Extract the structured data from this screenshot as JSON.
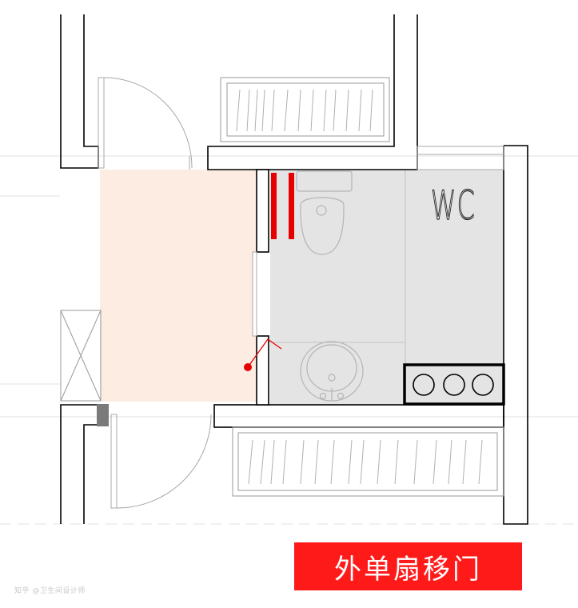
{
  "diagram": {
    "room_label": "WC",
    "banner_label": "外单扇移门",
    "watermark_text": "知乎 @卫生间设计师",
    "colors": {
      "wall_outline": "#000000",
      "hall_fill": "#fcece2",
      "wc_fill": "#e4e4e4",
      "banner": "#ff1a1a",
      "accent_red": "#e60000",
      "grid_line": "#d8d8d8"
    },
    "fixtures": {
      "sink_icon": "washbasin-icon",
      "toilet_icon": "toilet-icon",
      "burner_icon": "three-ring-fixture-icon",
      "door_swing_icon": "door-swing-arc-icon",
      "slide_marker_icon": "sliding-door-marker-icon"
    }
  }
}
